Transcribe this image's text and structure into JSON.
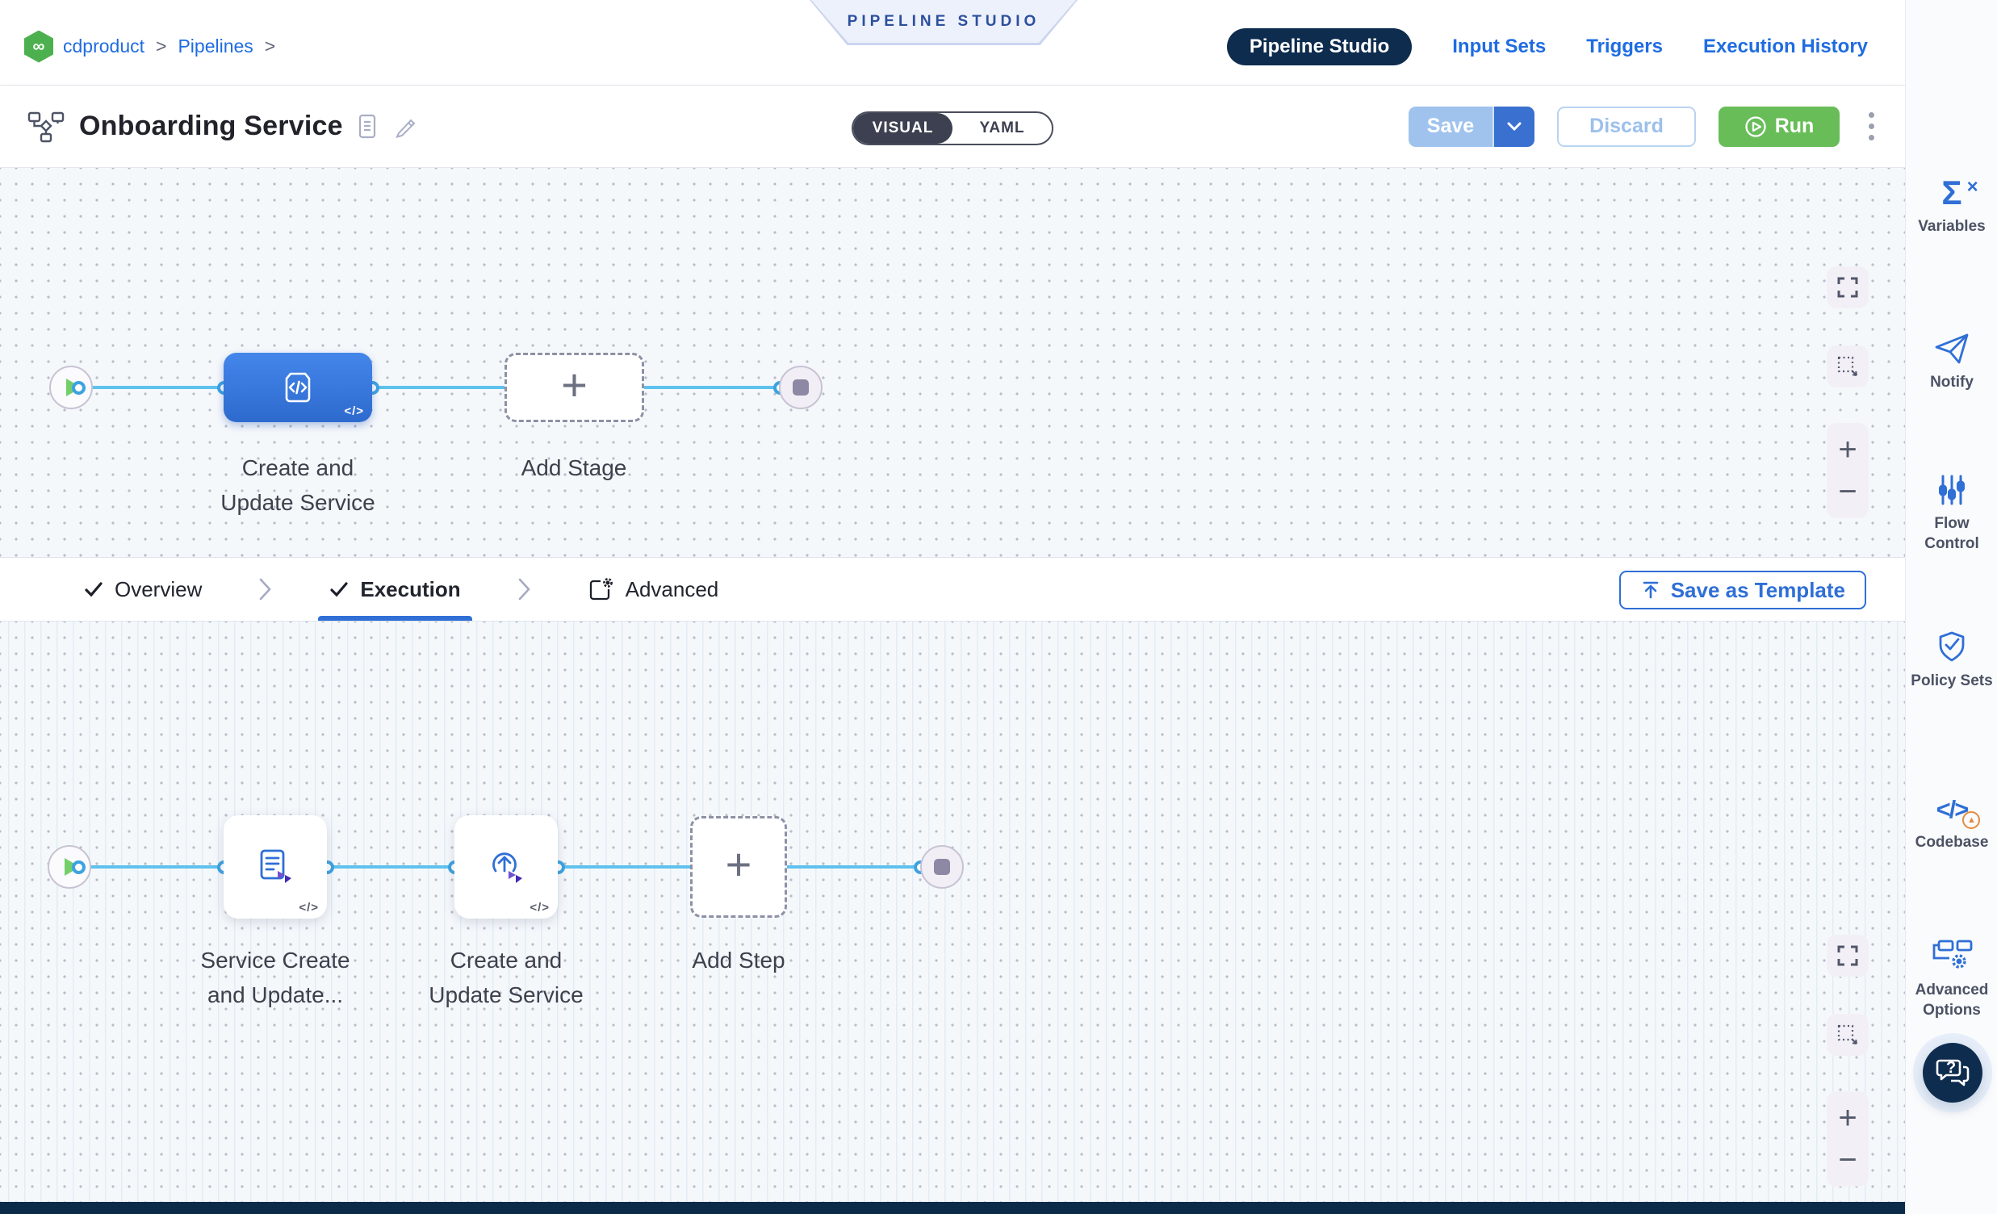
{
  "breadcrumb": {
    "project": "cdproduct",
    "sep1": ">",
    "section": "Pipelines",
    "sep2": ">"
  },
  "studio_banner": "PIPELINE STUDIO",
  "top_nav": {
    "pipeline_studio": "Pipeline Studio",
    "input_sets": "Input Sets",
    "triggers": "Triggers",
    "execution_history": "Execution History"
  },
  "header": {
    "title": "Onboarding Service",
    "visual": "VISUAL",
    "yaml": "YAML",
    "save": "Save",
    "discard": "Discard",
    "run": "Run"
  },
  "top_canvas": {
    "stage_label": [
      "Create and",
      "Update Service"
    ],
    "add_stage": "Add Stage"
  },
  "stage_tabs": {
    "overview": "Overview",
    "execution": "Execution",
    "advanced": "Advanced",
    "save_as_template": "Save as Template"
  },
  "bottom_canvas": {
    "step1_label": [
      "Service Create",
      "and Update..."
    ],
    "step2_label": [
      "Create and",
      "Update Service"
    ],
    "add_step": "Add Step"
  },
  "right_sidebar": {
    "variables": "Variables",
    "notify": "Notify",
    "flow_control": "Flow Control",
    "policy_sets": "Policy Sets",
    "codebase": "Codebase",
    "advanced_options": "Advanced Options"
  },
  "icons": {
    "infinity": "∞",
    "plus": "+",
    "minus": "−",
    "sigma": "Σ",
    "sigma_x": "×",
    "warning_triangle": "▲",
    "question_mark": "?",
    "code": "</>"
  },
  "colors": {
    "primary_blue": "#2f6fd6",
    "link_blue": "#1f6ce1",
    "connector_blue": "#5ec1ee",
    "run_green": "#68bd58",
    "navy": "#0e2c4e",
    "canvas_bg": "#f5f8fb",
    "stage_gradient_top": "#4486ea",
    "stage_gradient_bottom": "#2e6ace"
  }
}
